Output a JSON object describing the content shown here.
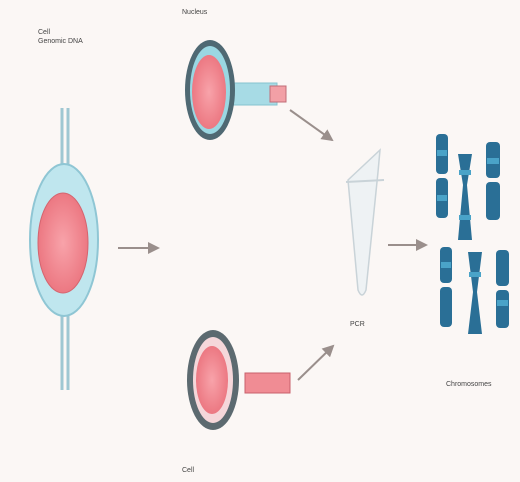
{
  "labels": {
    "cell_line": [
      "Cell",
      "Genomic DNA"
    ],
    "top_cell": "Nucleus",
    "bottom_cell": "Cell",
    "tube": "PCR",
    "chromosomes": "Chromosomes"
  },
  "colors": {
    "background": "#fbf7f5",
    "cell_fill": "#f08c94",
    "cell_ring": "#8fd0dc",
    "cell_ring_dark": "#6f7f88",
    "chromosome": "#2a6f96",
    "chromosome_band": "#4aa3c8",
    "arrow": "#9a8f8c",
    "tube_fill": "#eef2f4",
    "tube_stroke": "#c9d3d8"
  }
}
